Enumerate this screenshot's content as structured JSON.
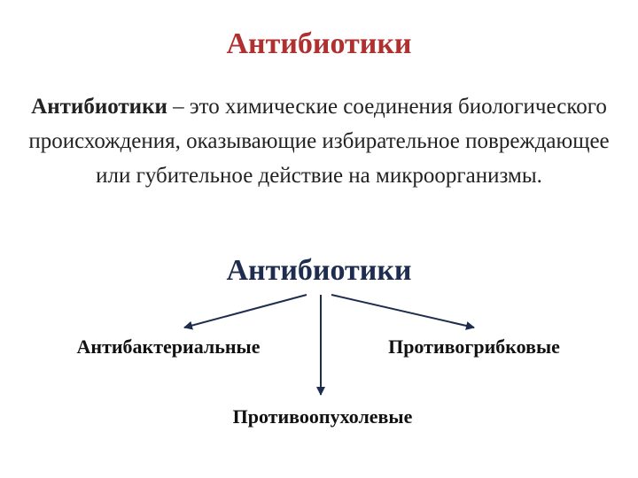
{
  "slide": {
    "title": "Антибиотики",
    "definition": {
      "term": "Антибиотики",
      "text": " – это химические соединения биологического происхождения, оказывающие избирательное повреждающее или губительное действие на микроорганизмы."
    }
  },
  "diagram": {
    "root": "Антибиотики",
    "children": {
      "left": "Антибактериальные",
      "right": "Противогрибковые",
      "bottom": "Противоопухолевые"
    }
  },
  "colors": {
    "title": "#b03030",
    "root": "#1e2d4f",
    "arrow": "#1e2d4f"
  }
}
